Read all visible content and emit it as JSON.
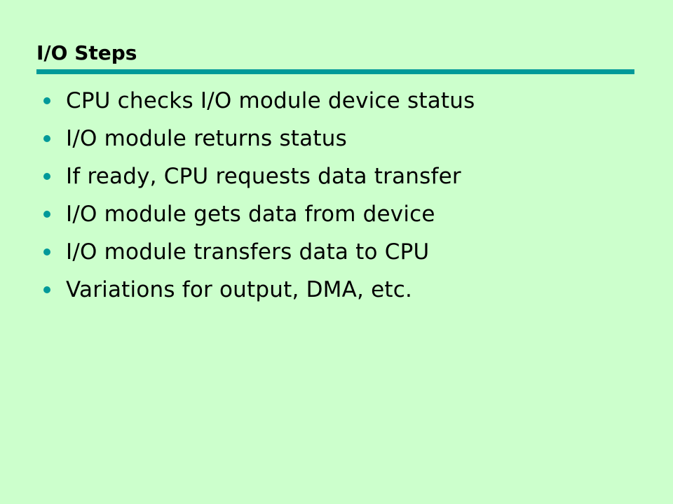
{
  "slide": {
    "title": "I/O Steps",
    "bullets": [
      "CPU checks I/O module device status",
      "I/O module returns status",
      "If ready, CPU requests data transfer",
      "I/O module gets data from device",
      "I/O module transfers data to CPU",
      "Variations for output, DMA, etc."
    ]
  },
  "colors": {
    "background": "#ccffcc",
    "accent": "#009999",
    "text": "#000000"
  }
}
